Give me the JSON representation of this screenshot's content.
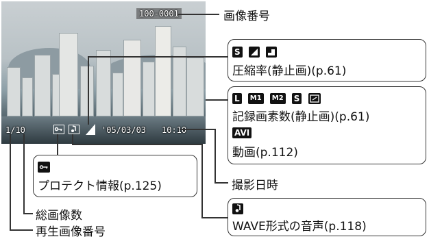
{
  "screen": {
    "image_number": "100-0001",
    "shot_counter": "1/10",
    "date": "'05/03/03",
    "time": "10:10"
  },
  "labels": {
    "image_number": "画像番号",
    "compression": "圧縮率(静止画)(p.61)",
    "recording_pixels": "記録画素数(静止画)(p.61)",
    "movie": "動画(p.112)",
    "date_time": "撮影日時",
    "protect": "プロテクト情報(p.125)",
    "total_images": "総画像数",
    "playback_image_number": "再生画像番号",
    "wave_audio": "WAVE形式の音声(p.118)"
  },
  "icons": {
    "compression_s": "S",
    "recording_l": "L",
    "recording_m1": "M1",
    "recording_m2": "M2",
    "recording_s": "S",
    "movie_avi": "AVI"
  }
}
